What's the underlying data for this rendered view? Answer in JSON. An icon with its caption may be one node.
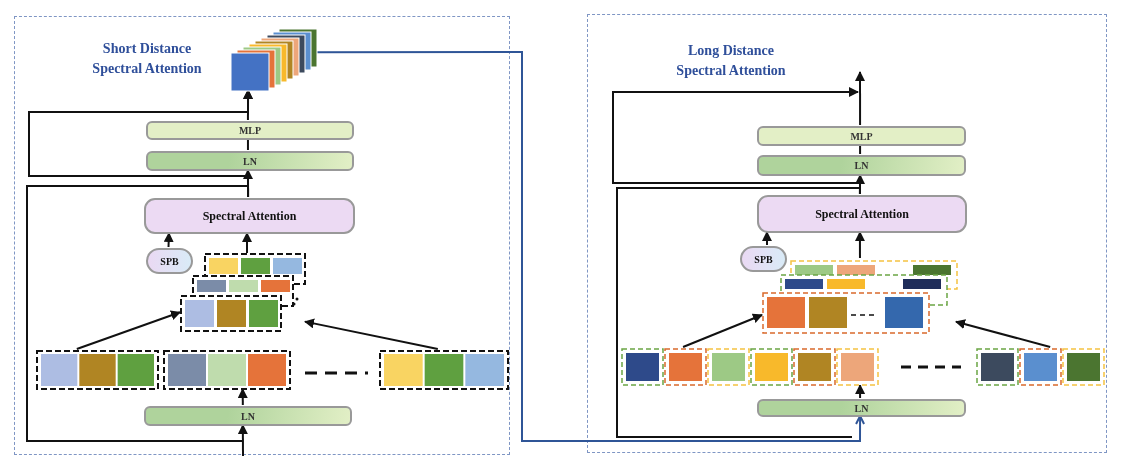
{
  "diagram": {
    "nodes": [
      {
        "text": [
          "Short Distance Spectral Attention"
        ]
      },
      {
        "text": [
          "MLP"
        ],
        "in": 0
      },
      {
        "text": [
          "LN"
        ],
        "in": 0
      },
      {
        "text": [
          "Spectral Attention"
        ],
        "in": 0
      },
      {
        "text": [
          "SPB"
        ],
        "in": 0
      },
      {
        "text": [],
        "shape": "box",
        "in": 0
      },
      {
        "text": [],
        "shape": "box",
        "in": 0
      },
      {
        "text": [],
        "shape": "box",
        "in": 0
      },
      {
        "text": [],
        "shape": "box",
        "in": 0
      },
      {
        "text": [
          "LN"
        ],
        "in": 0
      },
      {
        "text": [],
        "shape": "box",
        "in": 0
      },
      {
        "text": [
          "Long Distance Spectral Attention"
        ]
      },
      {
        "text": [
          "MLP"
        ],
        "in": 11
      },
      {
        "text": [
          "LN"
        ],
        "in": 11
      },
      {
        "text": [
          "Spectral Attention"
        ],
        "in": 11
      },
      {
        "text": [
          "SPB"
        ],
        "in": 11
      },
      {
        "text": [],
        "shape": "box",
        "in": 11
      },
      {
        "text": [],
        "shape": "box",
        "in": 11
      },
      {
        "text": [
          "LN"
        ],
        "in": 11
      }
    ],
    "edges": [
      {
        "from": null,
        "to": 9,
        "arrow": "to"
      },
      {
        "from": 9,
        "to": 7,
        "arrow": "to"
      },
      {
        "from": 6,
        "to": 5,
        "arrow": "to"
      },
      {
        "from": 8,
        "to": 5,
        "arrow": "to"
      },
      {
        "from": 4,
        "to": 3,
        "arrow": "to"
      },
      {
        "from": 5,
        "to": 3,
        "arrow": "to"
      },
      {
        "from": 3,
        "to": 2,
        "arrow": "none"
      },
      {
        "from": 2,
        "to": 1,
        "arrow": "none"
      },
      {
        "from": 1,
        "to": 10,
        "arrow": "to"
      },
      {
        "from": null,
        "to": 2,
        "arrow": "to"
      },
      {
        "from": 3,
        "to": 10,
        "arrow": "to"
      },
      {
        "from": 10,
        "to": 18,
        "arrow": "to",
        "color": "#2f5597"
      },
      {
        "from": 18,
        "to": 17,
        "arrow": "to"
      },
      {
        "from": 17,
        "to": 16,
        "arrow": "to"
      },
      {
        "from": 17,
        "to": 16,
        "arrow": "to"
      },
      {
        "from": 16,
        "to": 14,
        "arrow": "to"
      },
      {
        "from": 15,
        "to": 14,
        "arrow": "to"
      },
      {
        "from": 14,
        "to": 13,
        "arrow": "none"
      },
      {
        "from": 13,
        "to": 12,
        "arrow": "none"
      },
      {
        "from": 12,
        "to": null,
        "arrow": "to"
      },
      {
        "from": null,
        "to": 13,
        "arrow": "to"
      },
      {
        "from": 14,
        "to": null,
        "arrow": "to"
      }
    ]
  }
}
